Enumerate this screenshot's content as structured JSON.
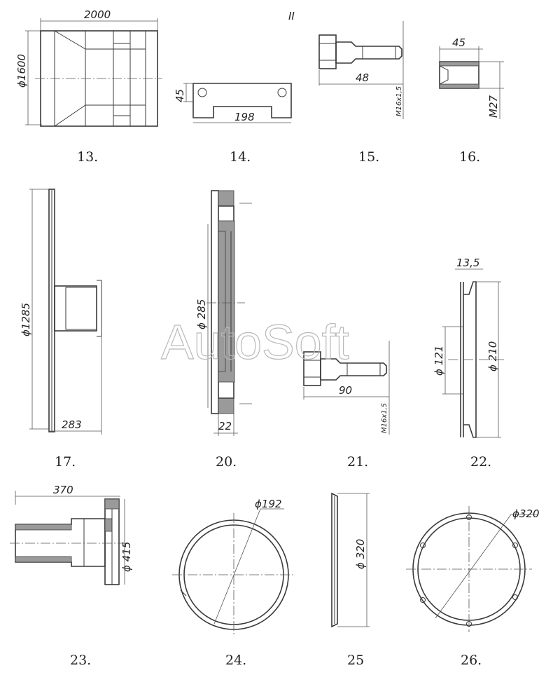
{
  "header_mark": "II",
  "watermark": "AutoSoft",
  "figures": [
    {
      "caption": "13.",
      "dims": [
        "2000",
        "ϕ1600"
      ]
    },
    {
      "caption": "14.",
      "dims": [
        "45",
        "198"
      ]
    },
    {
      "caption": "15.",
      "dims": [
        "48",
        "M16x1,5"
      ]
    },
    {
      "caption": "16.",
      "dims": [
        "45",
        "M27"
      ]
    },
    {
      "caption": "17.",
      "dims": [
        "ϕ1285",
        "283"
      ]
    },
    {
      "caption": "20.",
      "dims": [
        "ϕ 285",
        "22"
      ]
    },
    {
      "caption": "21.",
      "dims": [
        "90",
        "M16x1,5"
      ]
    },
    {
      "caption": "22.",
      "dims": [
        "13,5",
        "ϕ 121",
        "ϕ 210"
      ]
    },
    {
      "caption": "23.",
      "dims": [
        "370",
        "ϕ 415"
      ]
    },
    {
      "caption": "24.",
      "dims": [
        "ϕ192"
      ]
    },
    {
      "caption": "25",
      "dims": [
        "ϕ 320"
      ]
    },
    {
      "caption": "26.",
      "dims": [
        "ϕ320"
      ]
    }
  ]
}
